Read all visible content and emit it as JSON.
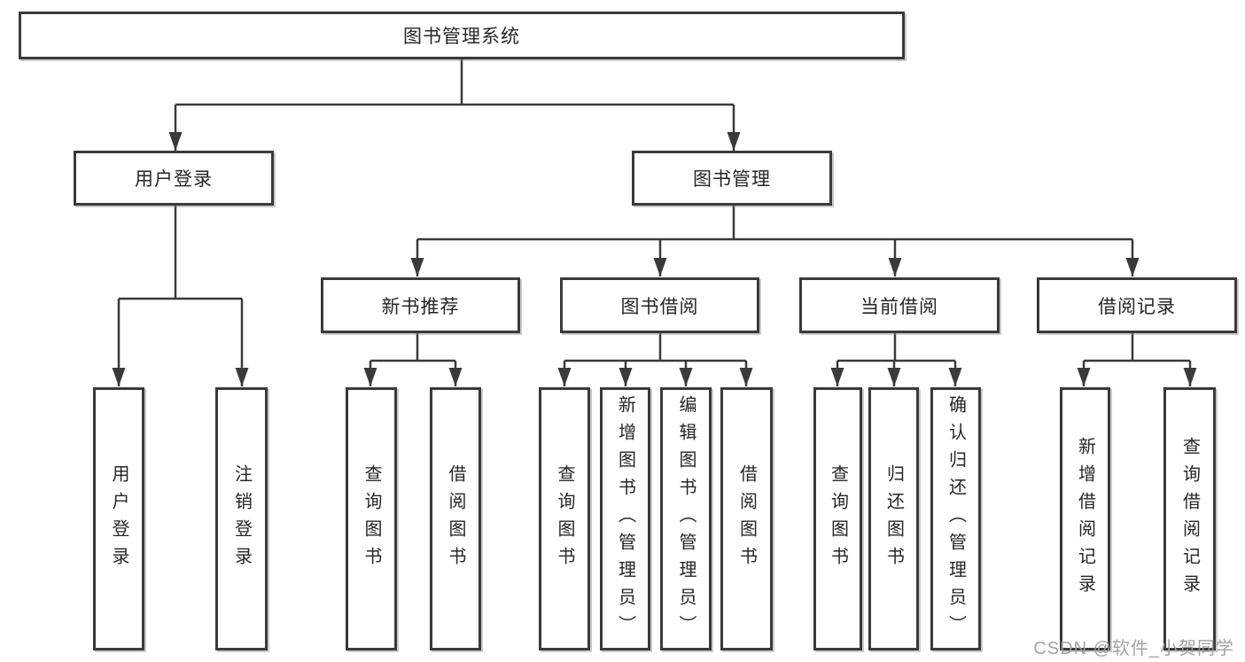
{
  "tree": {
    "label": "图书管理系统",
    "children": [
      {
        "label": "用户登录",
        "children": [
          {
            "label": "用户登录"
          },
          {
            "label": "注销登录"
          }
        ]
      },
      {
        "label": "图书管理",
        "children": [
          {
            "label": "新书推荐",
            "children": [
              {
                "label": "查询图书"
              },
              {
                "label": "借阅图书"
              }
            ]
          },
          {
            "label": "图书借阅",
            "children": [
              {
                "label": "查询图书"
              },
              {
                "label": "新增图书（管理员）"
              },
              {
                "label": "编辑图书（管理员）"
              },
              {
                "label": "借阅图书"
              }
            ]
          },
          {
            "label": "当前借阅",
            "children": [
              {
                "label": "查询图书"
              },
              {
                "label": "归还图书"
              },
              {
                "label": "确认归还（管理员）"
              }
            ]
          },
          {
            "label": "借阅记录",
            "children": [
              {
                "label": "新增借阅记录"
              },
              {
                "label": "查询借阅记录"
              }
            ]
          }
        ]
      }
    ]
  },
  "watermark": {
    "text": "CSDN @软件_小贺同学"
  },
  "colors": {
    "line": "#3a3a3a",
    "box_border": "#3a3a3a",
    "text": "#262626",
    "background": "#ffffff",
    "watermark": "#9e9e9e"
  }
}
